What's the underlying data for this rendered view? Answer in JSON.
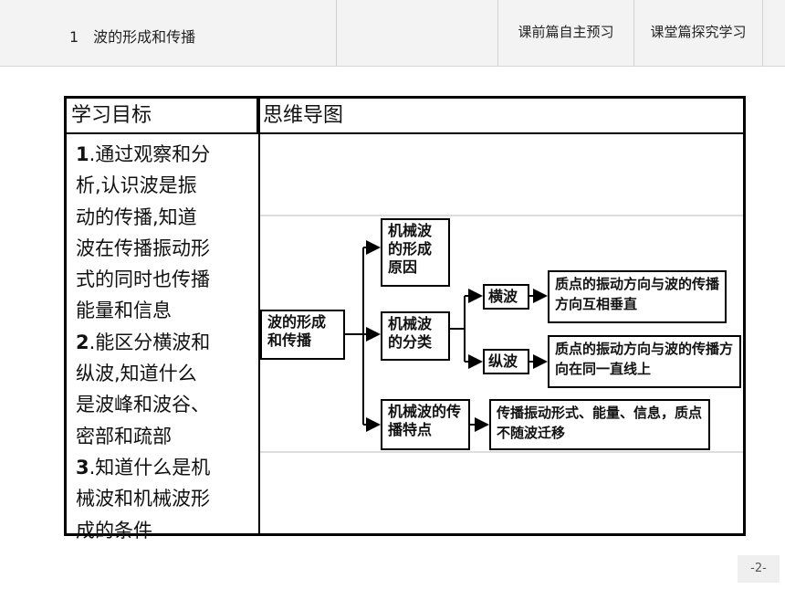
{
  "header": {
    "lesson_title": "1　波的形成和传播",
    "tabs": [
      {
        "label": "课前篇自主预习"
      },
      {
        "label": "课堂篇探究学习"
      }
    ]
  },
  "table": {
    "col_goals": "学习目标",
    "col_map": "思维导图",
    "goals": [
      {
        "num": "1",
        "text": ".通过观察和分"
      },
      {
        "num": "",
        "text": "析,认识波是振"
      },
      {
        "num": "",
        "text": "动的传播,知道"
      },
      {
        "num": "",
        "text": "波在传播振动形"
      },
      {
        "num": "",
        "text": "式的同时也传播"
      },
      {
        "num": "",
        "text": "能量和信息"
      },
      {
        "num": "2",
        "text": ".能区分横波和"
      },
      {
        "num": "",
        "text": "纵波,知道什么"
      },
      {
        "num": "",
        "text": "是波峰和波谷、"
      },
      {
        "num": "",
        "text": "密部和疏部"
      },
      {
        "num": "3",
        "text": ".知道什么是机"
      },
      {
        "num": "",
        "text": "械波和机械波形"
      },
      {
        "num": "",
        "text": "成的条件"
      }
    ]
  },
  "mindmap": {
    "root": "波的形成和传播",
    "cause": "机械波的形成原因",
    "classes": "机械波的分类",
    "transverse": "横波",
    "transverse_desc": "质点的振动方向与波的传播方向互相垂直",
    "longitudinal": "纵波",
    "longitudinal_desc": "质点的振动方向与波的传播方向在同一直线上",
    "features": "机械波的传播特点",
    "features_desc": "传播振动形式、能量、信息，质点不随波迁移"
  },
  "footer": {
    "page": "-2-"
  }
}
